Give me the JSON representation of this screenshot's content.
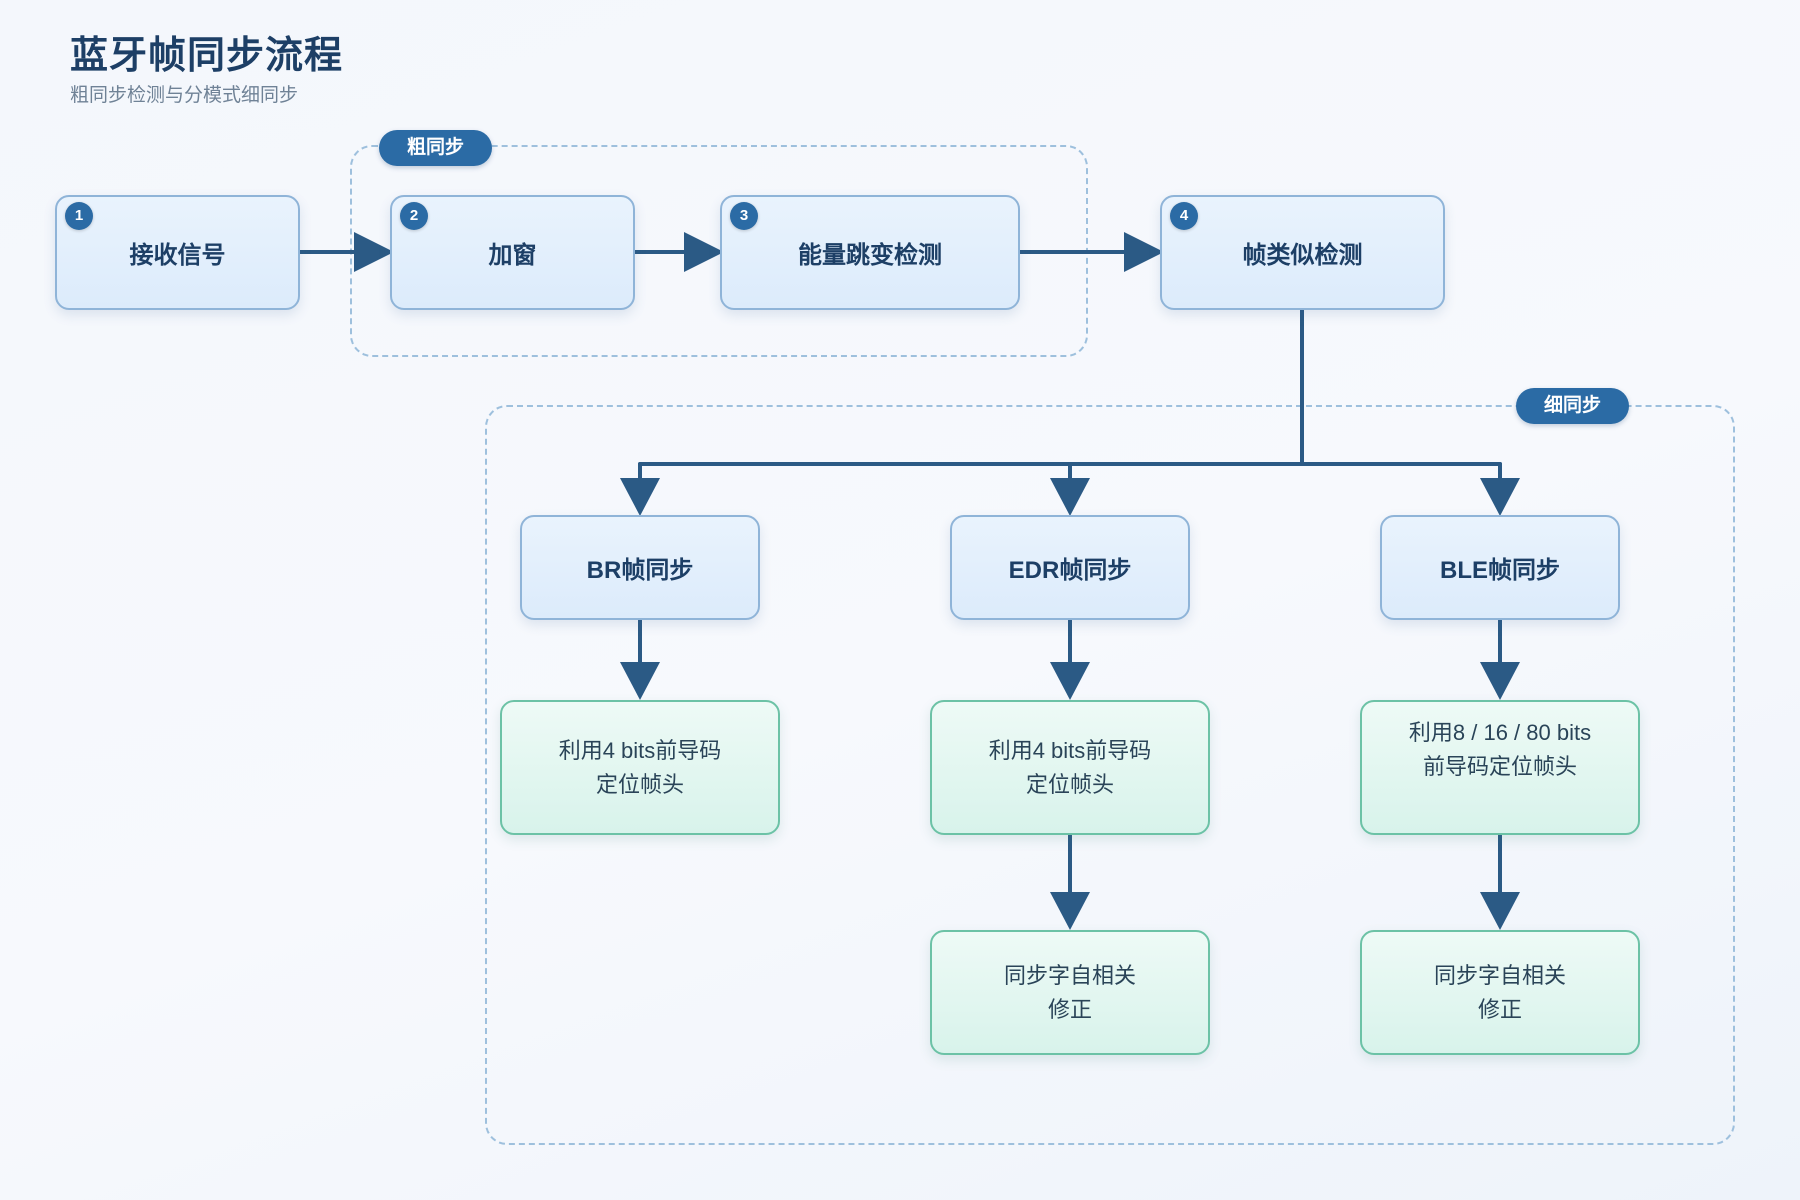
{
  "header": {
    "title": "蓝牙帧同步流程",
    "subtitle": "粗同步检测与分模式细同步"
  },
  "groups": {
    "coarse_label": "粗同步",
    "fine_label": "细同步"
  },
  "steps": [
    {
      "number": "1",
      "label": "接收信号"
    },
    {
      "number": "2",
      "label": "加窗"
    },
    {
      "number": "3",
      "label": "能量跳变检测"
    },
    {
      "number": "4",
      "label": "帧类似检测"
    }
  ],
  "branches": {
    "br": {
      "label": "BR帧同步",
      "preamble": [
        "利用4 bits前导码",
        "定位帧头"
      ]
    },
    "edr": {
      "label": "EDR帧同步",
      "preamble": [
        "利用4 bits前导码",
        "定位帧头"
      ],
      "correction": [
        "同步字自相关",
        "修正"
      ]
    },
    "ble": {
      "label": "BLE帧同步",
      "preamble": [
        "利用8 / 16 / 80 bits",
        "前导码定位帧头"
      ],
      "correction": [
        "同步字自相关",
        "修正"
      ]
    }
  },
  "colors": {
    "accent": "#2b6ba5",
    "arrow": "#2b5a85",
    "step_fill": "#e2effc",
    "step_border": "#8fb4d8",
    "result_fill": "#e0f6ee",
    "result_border": "#6cc2a6",
    "group_border": "#9ec0dd"
  }
}
